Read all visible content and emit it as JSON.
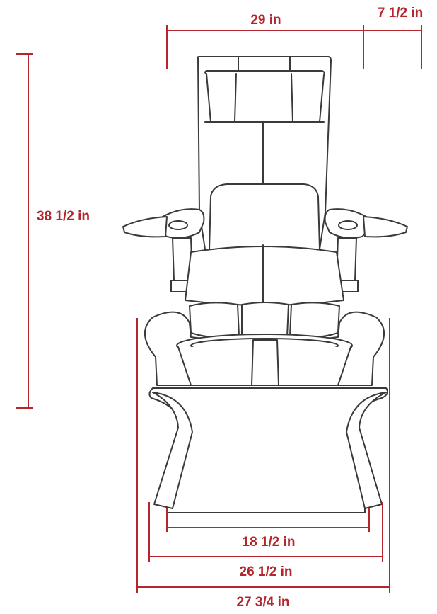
{
  "colors": {
    "dimension": "#b3262c",
    "outline": "#3a3a3a",
    "background": "#ffffff"
  },
  "dimensions": {
    "chair_width": "29 in",
    "armrest_extension": "7 1/2 in",
    "chair_height": "38 1/2 in",
    "base_inner_width": "18 1/2 in",
    "base_width": "26 1/2 in",
    "overall_base_width": "27 3/4 in"
  }
}
